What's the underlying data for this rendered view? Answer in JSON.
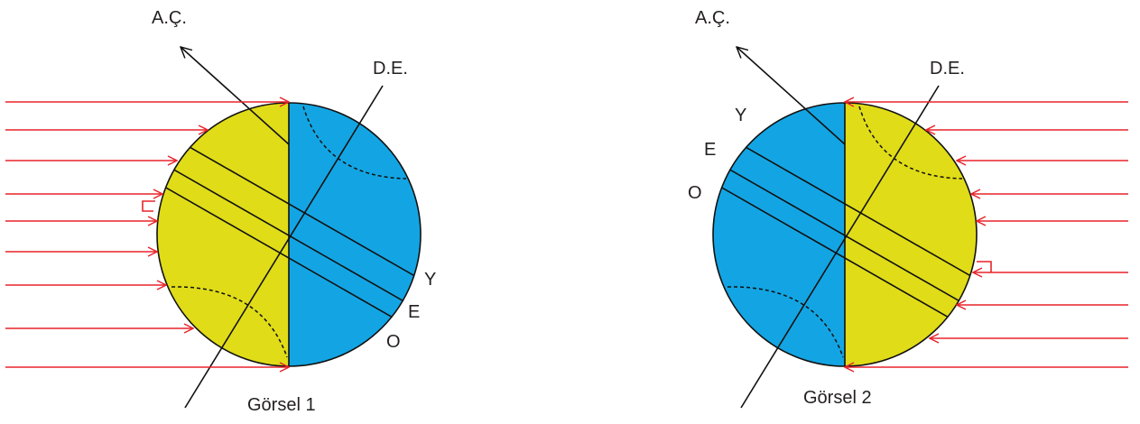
{
  "colors": {
    "day": "#e0dc18",
    "night": "#13a5e3",
    "rays": "#e8242a",
    "lines": "#111111"
  },
  "figures": [
    {
      "caption": "Görsel 1",
      "axis_label": "A.Ç.",
      "ecliptic_label": "D.E.",
      "zone_labels": [
        "Y",
        "E",
        "O"
      ],
      "sun_side": "left"
    },
    {
      "caption": "Görsel 2",
      "axis_label": "A.Ç.",
      "ecliptic_label": "D.E.",
      "zone_labels": [
        "Y",
        "E",
        "O"
      ],
      "sun_side": "right"
    }
  ]
}
